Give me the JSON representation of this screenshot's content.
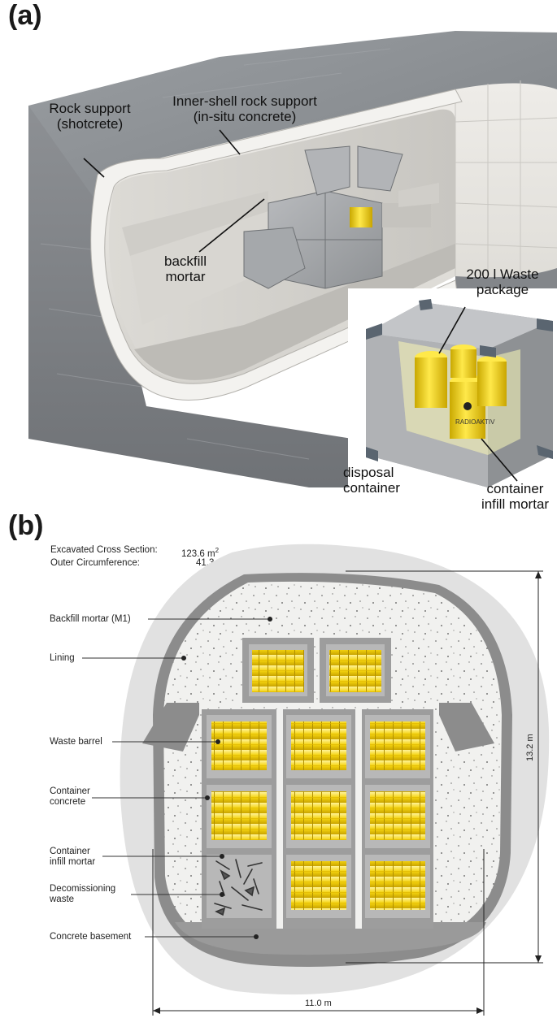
{
  "panel_a": {
    "tag": "(a)",
    "labels": {
      "rock_support": [
        "Rock support",
        "(shotcrete)"
      ],
      "inner_shell": [
        "Inner-shell rock support",
        "(in-situ concrete)"
      ],
      "backfill": [
        "backfill",
        "mortar"
      ],
      "waste_package": [
        "200 l Waste",
        "package"
      ],
      "disposal_container": [
        "disposal",
        "container"
      ],
      "infill_mortar": [
        "container",
        "infill mortar"
      ]
    }
  },
  "panel_b": {
    "tag": "(b)",
    "excavated_label": "Excavated Cross Section:",
    "excavated_value": "123.6 m",
    "excavated_sup": "2",
    "circumference_label": "Outer Circumference:",
    "circumference_value": "41.3 m",
    "height_dim": "13.2 m",
    "width_dim": "11.0 m",
    "legend": [
      "Backfill mortar (M1)",
      "Lining",
      "Waste barrel",
      "Container",
      "concrete",
      "Container",
      "infill mortar",
      "Decomissioning",
      "waste",
      "Concrete basement"
    ]
  },
  "colors": {
    "rock": "#8c8f93",
    "concrete_light": "#e9e8e4",
    "container_gray": "#a9abad",
    "barrel_yellow": "#f2d21b",
    "halo": "#e1e1e1"
  }
}
